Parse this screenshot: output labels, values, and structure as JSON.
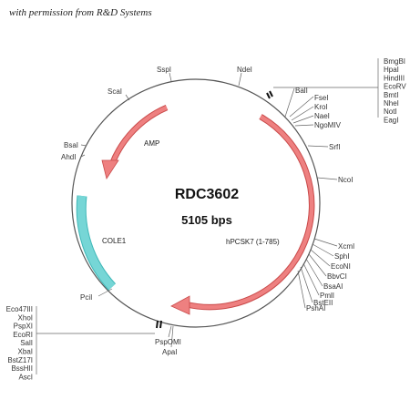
{
  "credit": "with permission from R&D Systems",
  "plasmid": {
    "name": "RDC3602",
    "size": "5105 bps"
  },
  "features": {
    "amp": "AMP",
    "cole1": "COLE1",
    "insert": "hPCSK7 (1-785)"
  },
  "sites": {
    "sspI": "SspI",
    "ndeI": "NdeI",
    "scaI": "ScaI",
    "bsaI": "BsaI",
    "ahdI": "AhdI",
    "balI": "BalI",
    "fseI": "FseI",
    "kroI": "KroI",
    "naeI": "NaeI",
    "ngoMIV": "NgoMIV",
    "srfI": "SrfI",
    "ncoI": "NcoI",
    "xcmI": "XcmI",
    "sphI": "SphI",
    "ecoNI": "EcoNI",
    "bbvCI": "BbvCI",
    "bsaAI": "BsaAI",
    "pmlI": "PmlI",
    "bstEII": "BstEII",
    "pshAI": "PshAI",
    "pciI": "PciI",
    "pspOMI": "PspOMI",
    "apaI": "ApaI"
  },
  "mcs_top": [
    "BmgBI",
    "HpaI",
    "HindIII",
    "EcoRV",
    "BmtI",
    "NheI",
    "NotI",
    "EagI"
  ],
  "mcs_bottom": [
    "Eco47III",
    "XhoI",
    "PspXI",
    "EcoRI",
    "SalI",
    "XbaI",
    "BstZ17I",
    "BssHII",
    "AscI"
  ],
  "colors": {
    "amp": "#e87373",
    "insert": "#e87373",
    "cole1": "#6fd1d1",
    "backbone": "#444444"
  }
}
